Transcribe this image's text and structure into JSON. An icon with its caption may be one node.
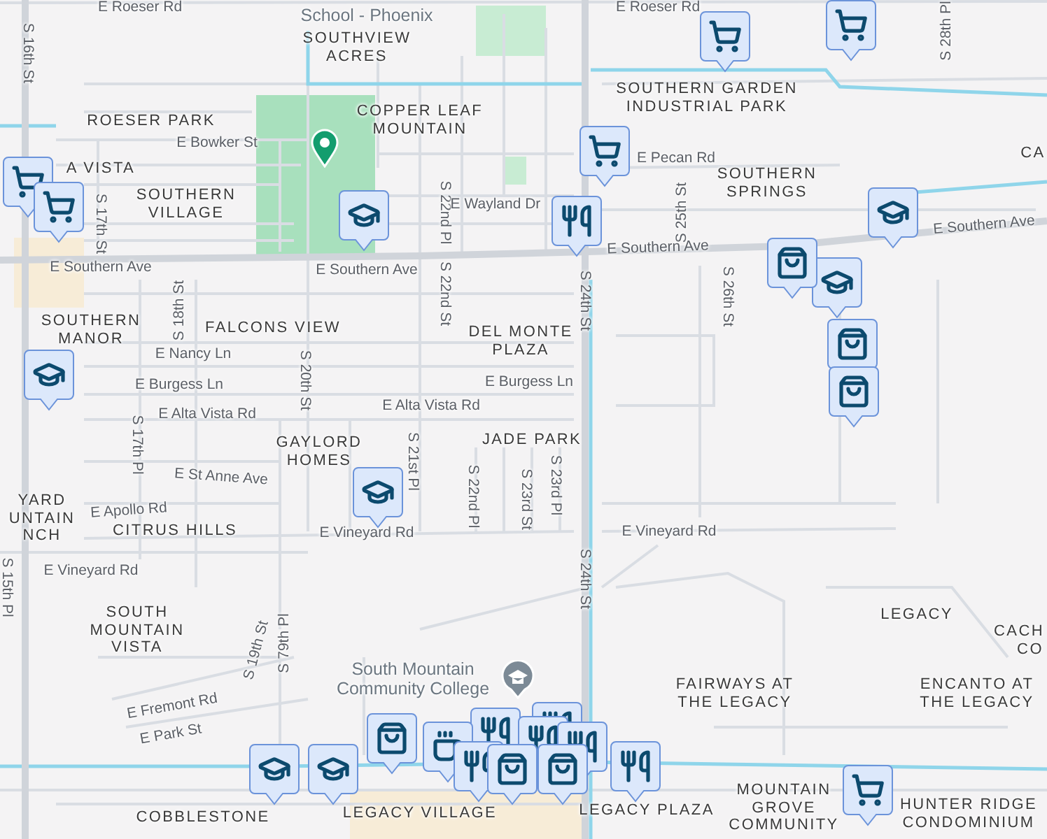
{
  "diagram": {
    "labels": [
      "E Roeser Rd",
      "School - Phoenix",
      "E Roeser Rd",
      "SOUTHVIEW ACRES",
      "S 28th Pl",
      "S 16th St",
      "SOUTHERN GARDEN INDUSTRIAL PARK",
      "COPPER LEAF MOUNTAIN",
      "ROESER PARK",
      "E Bowker St",
      "E Pecan Rd",
      "A VISTA",
      "SOUTHERN SPRINGS",
      "S 25th St",
      "SOUTHERN VILLAGE",
      "S 17th St",
      "S 22nd Pl",
      "E Wayland Dr",
      "CA",
      "E Southern Ave",
      "E Southern Ave",
      "E Southern Ave",
      "E Southern Ave",
      "S 24th St",
      "S 26th St",
      "S 18th St",
      "S 22nd St",
      "SOUTHERN MANOR",
      "FALCONS VIEW",
      "DEL MONTE PLAZA",
      "E Nancy Ln",
      "S 20th St",
      "E Burgess Ln",
      "E Burgess Ln",
      "E Alta Vista Rd",
      "E Alta Vista Rd",
      "S 17th Pl",
      "GAYLORD HOMES",
      "JADE PARK",
      "S 21st Pl",
      "E St Anne Ave",
      "S 22nd Pl",
      "S 23rd Pl",
      "S 23rd St",
      "YARD UNTAIN NCH",
      "E Apollo Rd",
      "CITRUS HILLS",
      "E Vineyard Rd",
      "E Vineyard Rd",
      "E Vineyard Rd",
      "S 24th St",
      "S 15th Pl",
      "SOUTH MOUNTAIN VISTA",
      "LEGACY",
      "S 79th Pl",
      "S 19th St",
      "CACH",
      "CO",
      "South Mountain Community College",
      "FAIRWAYS AT THE LEGACY",
      "ENCANTO AT THE LEGACY",
      "E Fremont Rd",
      "E Park St",
      "MOUNTAIN GROVE COMMUNITY",
      "HUNTER RIDGE CONDOMINIUM",
      "LEGACY VILLAGE",
      "LEGACY PLAZA",
      "COBBLESTONE"
    ]
  }
}
